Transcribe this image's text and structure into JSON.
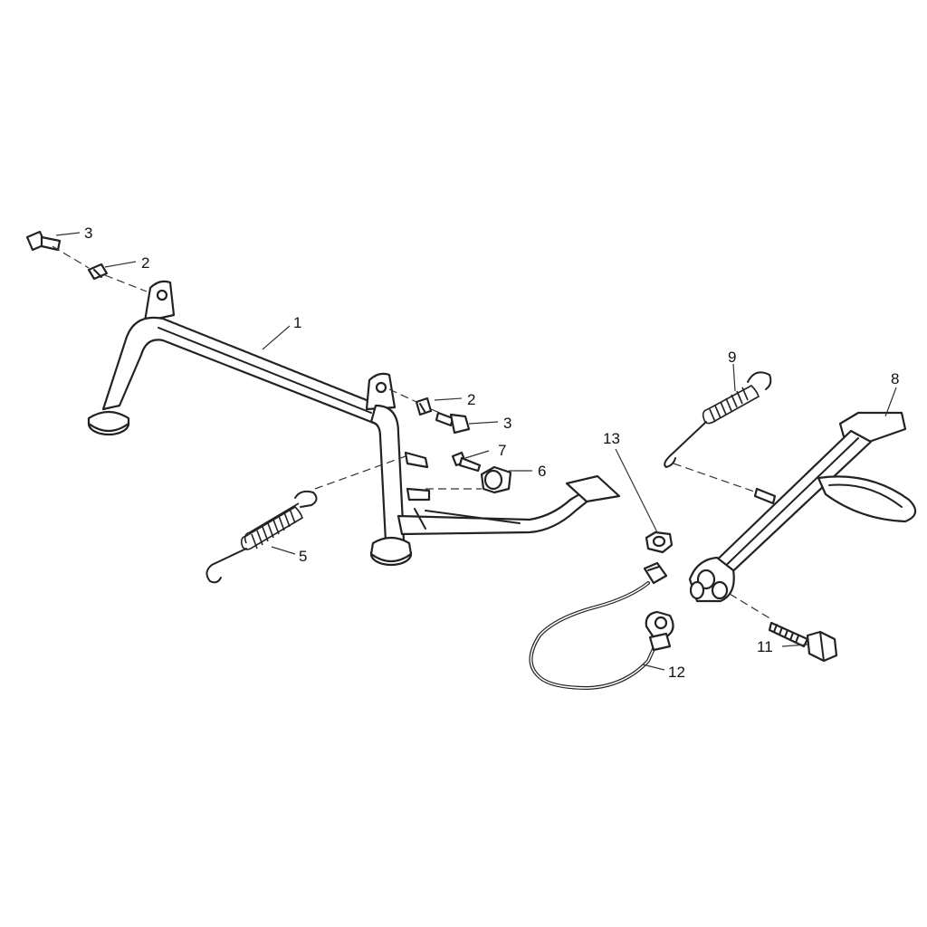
{
  "callouts": {
    "c1": "1",
    "c2a": "2",
    "c2b": "2",
    "c3a": "3",
    "c3b": "3",
    "c5": "5",
    "c6": "6",
    "c7": "7",
    "c8": "8",
    "c9": "9",
    "c11": "11",
    "c12": "12",
    "c13": "13"
  },
  "colors": {
    "line": "#222222",
    "background": "#ffffff"
  }
}
